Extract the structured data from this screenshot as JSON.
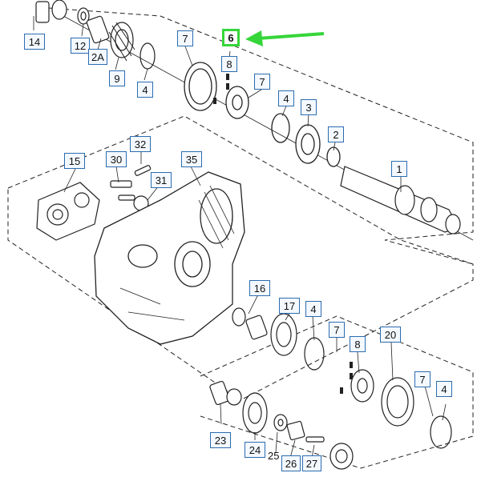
{
  "diagram": {
    "colors": {
      "line": "#222222",
      "callout_border": "#2b6cb0",
      "highlight": "#36d63a"
    },
    "callouts": [
      {
        "id": "c14",
        "label": "14"
      },
      {
        "id": "c12",
        "label": "12"
      },
      {
        "id": "c2a",
        "label": "2A"
      },
      {
        "id": "c9",
        "label": "9"
      },
      {
        "id": "c4a",
        "label": "4"
      },
      {
        "id": "c7a",
        "label": "7"
      },
      {
        "id": "c6",
        "label": "6",
        "highlight": true
      },
      {
        "id": "c8a",
        "label": "8"
      },
      {
        "id": "c7b",
        "label": "7"
      },
      {
        "id": "c4b",
        "label": "4"
      },
      {
        "id": "c3",
        "label": "3"
      },
      {
        "id": "c2",
        "label": "2"
      },
      {
        "id": "c1",
        "label": "1"
      },
      {
        "id": "c15",
        "label": "15"
      },
      {
        "id": "c32",
        "label": "32"
      },
      {
        "id": "c30",
        "label": "30"
      },
      {
        "id": "c31",
        "label": "31"
      },
      {
        "id": "c35",
        "label": "35"
      },
      {
        "id": "c16",
        "label": "16"
      },
      {
        "id": "c17",
        "label": "17"
      },
      {
        "id": "c4c",
        "label": "4"
      },
      {
        "id": "c7c",
        "label": "7"
      },
      {
        "id": "c8b",
        "label": "8"
      },
      {
        "id": "c20",
        "label": "20"
      },
      {
        "id": "c7d",
        "label": "7"
      },
      {
        "id": "c4d",
        "label": "4"
      },
      {
        "id": "c23",
        "label": "23"
      },
      {
        "id": "c24",
        "label": "24"
      },
      {
        "id": "c26",
        "label": "26"
      },
      {
        "id": "c27",
        "label": "27"
      }
    ],
    "plain_labels": [
      {
        "id": "p25",
        "label": "25"
      }
    ],
    "arrow_icon": "green-arrow-icon"
  }
}
